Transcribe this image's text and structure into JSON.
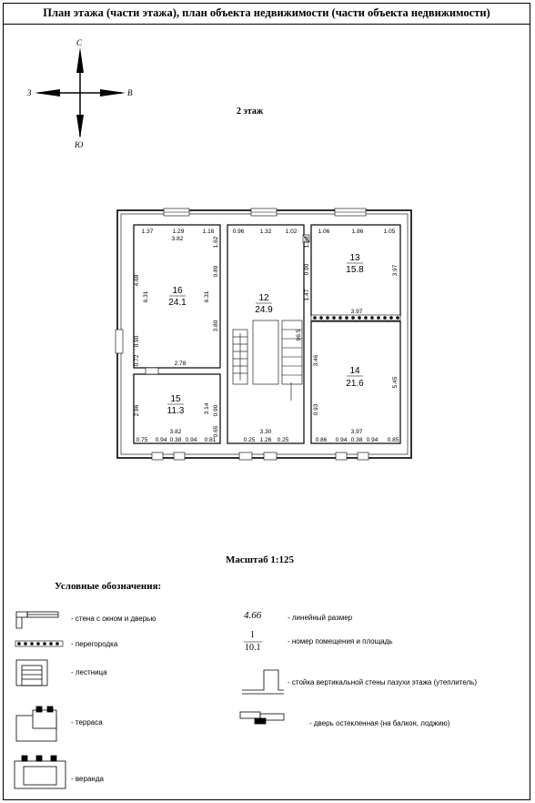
{
  "header": {
    "title": "План этажа (части этажа), план объекта недвижимости (части объекта недвижимости)"
  },
  "compass": {
    "north": "С",
    "south": "Ю",
    "west": "З",
    "east": "В"
  },
  "floor_label": "2 этаж",
  "rooms": [
    {
      "number": "16",
      "area": "24.1"
    },
    {
      "number": "12",
      "area": "24.9"
    },
    {
      "number": "13",
      "area": "15.8"
    },
    {
      "number": "14",
      "area": "21.6"
    },
    {
      "number": "15",
      "area": "11.3"
    }
  ],
  "dimensions": {
    "r16": {
      "top": [
        "1.37",
        "1.29",
        "1.16"
      ],
      "top_total": "3.82",
      "left": "4.69",
      "left2": "6.31",
      "right": "6.31",
      "right_top": "1.62",
      "right_mid": "0.89",
      "right_low": "3.80",
      "door": "0.90",
      "low": "0.72",
      "bottom": "2.78"
    },
    "r12": {
      "top": [
        "0.96",
        "1.32",
        "1.02"
      ],
      "right_top": "1.60",
      "right_mid": "0.90",
      "right_low": "1.47",
      "stair": "96.5",
      "bottom_total": "3.30",
      "bottom": [
        "0.25",
        "1.26",
        "0.25"
      ]
    },
    "r13": {
      "top": [
        "1.06",
        "1.86",
        "1.05"
      ],
      "right": "3.97",
      "bottom": "3.97"
    },
    "r14": {
      "left": "3.46",
      "right": "5.45",
      "left_low": "0.93",
      "bottom_total": "3.97",
      "bottom": [
        "0.86",
        "0.94",
        "0.38",
        "0.94",
        "0.85"
      ]
    },
    "r15": {
      "left": "2.96",
      "right": "3.14",
      "right_low": "0.65",
      "mid": "0.90",
      "bottom_total": "3.82",
      "bottom": [
        "0.75",
        "0.94",
        "0.38",
        "0.94",
        "0.81"
      ]
    }
  },
  "scale_label": "Масштаб 1:125",
  "legend": {
    "title": "Условные обозначения:",
    "items": [
      {
        "label": "- стена с окном и дверью"
      },
      {
        "label": "- перегородка"
      },
      {
        "label": "- лестница"
      },
      {
        "label": "- терраса"
      },
      {
        "label": "- веранда"
      }
    ],
    "right_items": [
      {
        "sample": "4.66",
        "label": "- линейный размер"
      },
      {
        "sample_number": "1",
        "sample_area": "10.1",
        "label": "- номер помещения и площадь"
      },
      {
        "label": "- стойка вертикальной стены пазухи этажа (утеплитель)"
      },
      {
        "label": "- дверь остекленная (на балкон, лоджию)"
      }
    ]
  }
}
